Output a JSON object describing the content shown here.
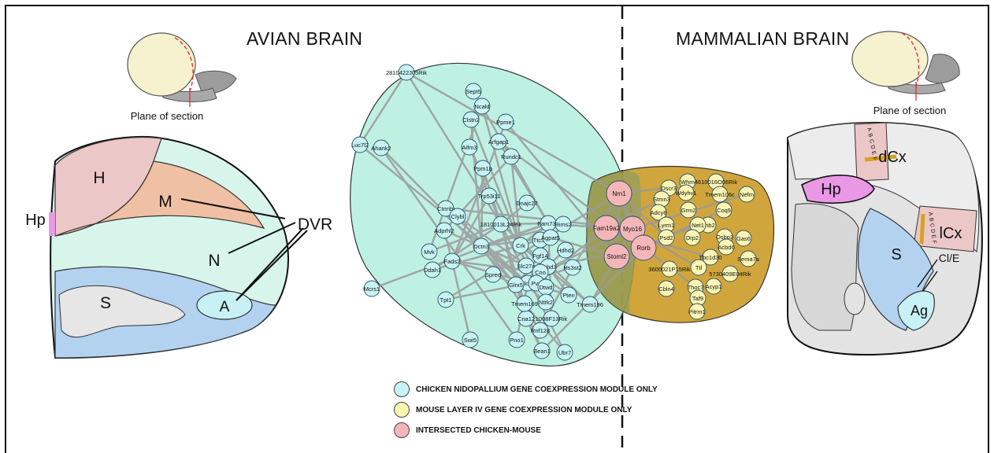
{
  "titles": {
    "avian": "AVIAN BRAIN",
    "mammalian": "MAMMALIAN BRAIN"
  },
  "plane_label": "Plane of section",
  "avian_regions": {
    "H": "H",
    "M": "M",
    "N": "N",
    "S": "S",
    "A": "A",
    "Hp": "Hp",
    "DVR": "DVR"
  },
  "mammal_regions": {
    "dCx": "dCx",
    "lCx": "lCx",
    "Hp": "Hp",
    "S": "S",
    "Ag": "Ag",
    "ClE": "Cl/E",
    "layers_top": [
      "A",
      "B",
      "C",
      "D",
      "E",
      "F"
    ],
    "layers_side": [
      "A",
      "B",
      "C",
      "D",
      "E",
      "F"
    ]
  },
  "network": {
    "chicken_nodes": [
      "2810422J05Rik",
      "Sept5",
      "Ncald",
      "Clstn2",
      "Ppme1",
      "Luc7l2",
      "Ahank2",
      "Aifm3",
      "Arfgap1",
      "Rundc1",
      "Ppm1b",
      "Trp53i11",
      "Ctnnbl",
      "Clybl",
      "Dnajc27",
      "1810013L24Rik",
      "Fam73b",
      "Rims2",
      "Adprhl2",
      "Hdhd2",
      "Hs3st2",
      "Mvk",
      "Dctn3",
      "Ttc33",
      "Agpat5",
      "Fads2",
      "Crk",
      "Fgf14",
      "Acbd3",
      "Mcrs1",
      "Ddah1",
      "Slc27a",
      "Cno",
      "Slc1a",
      "Spred",
      "Glrx5",
      "Pvrl",
      "Dtwd",
      "Ntrk2",
      "Pten",
      "Tpt1",
      "Cna12",
      "Tmem169",
      "1008F13Rik",
      "Tmem196",
      "Rnf128",
      "Swi5",
      "Pno1",
      "Bean1",
      "Ubr7"
    ],
    "intersect_nodes": [
      "Nrn1",
      "Fam19a2",
      "Myo16",
      "Rorb",
      "Stoml2"
    ],
    "mouse_nodes": [
      "Dscr3",
      "Whrn",
      "4610016O06Rik",
      "Stmn3",
      "Wdyhv1",
      "Tmem106c",
      "Nefm",
      "Adcy8",
      "Grm2",
      "Coq9",
      "Phb2",
      "Lyrm1",
      "Net1",
      "Osbp2",
      "Gas6",
      "Psd2",
      "Drp2",
      "Acbd6",
      "Tbc1d30",
      "Sema7a",
      "3600021P15Rik",
      "Ttl",
      "5730409E04Rik",
      "Cbln4",
      "Thoc7",
      "Acyp1",
      "Taf9",
      "Pitrm1"
    ]
  },
  "legend": [
    {
      "label": "CHICKEN NIDOPALLIUM GENE COEXPRESSION MODULE ONLY",
      "color": "#c7f3f4"
    },
    {
      "label": "MOUSE LAYER IV GENE COEXPRESSION MODULE ONLY",
      "color": "#fbf6b4"
    },
    {
      "label": "INTERSECTED CHICKEN-MOUSE",
      "color": "#f4b6b8"
    }
  ],
  "colors": {
    "chicken_module": "#a8ecd8",
    "mouse_module": "#c8961a",
    "edge": "#9a9a9a"
  }
}
